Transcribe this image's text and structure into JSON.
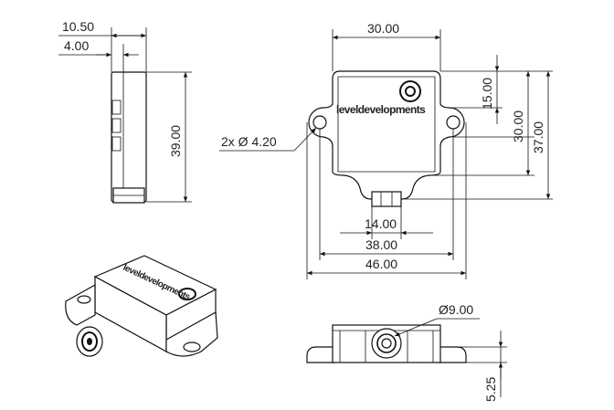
{
  "drawing": {
    "side_view": {
      "dim_depth": "10.50",
      "dim_lid": "4.00",
      "dim_height": "39.00"
    },
    "top_view": {
      "dim_width": "30.00",
      "dim_top_hole": "15.00",
      "dim_hole_spacing": "30.00",
      "dim_overall_height": "37.00",
      "hole_callout": "2x Ø 4.20",
      "dim_connector": "14.00",
      "dim_hole_centers": "38.00",
      "dim_overall_width": "46.00",
      "logo_text": "leveldevelopments"
    },
    "iso_view": {
      "logo_text": "leveldevelopments"
    },
    "front_view": {
      "dim_connector_dia": "Ø9.00",
      "dim_flange": "5.25"
    }
  },
  "arrow_color": "#111111"
}
